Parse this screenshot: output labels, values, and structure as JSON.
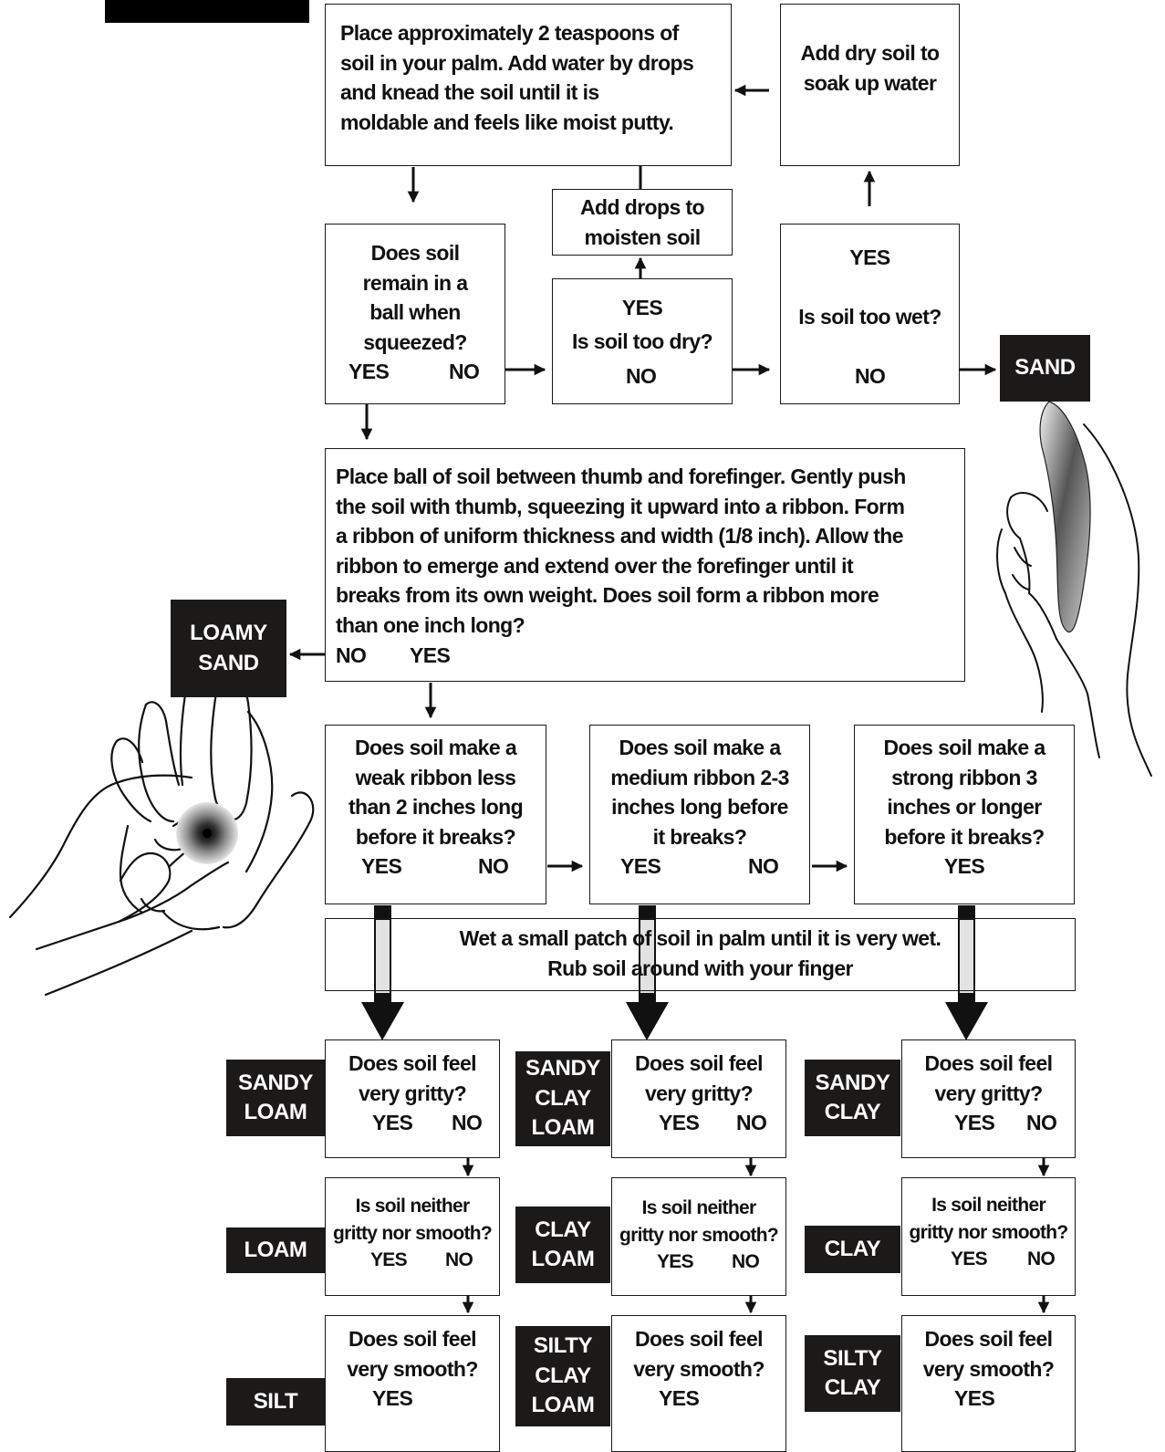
{
  "step1": {
    "lines": [
      "Place approximately 2 teaspoons of",
      "soil in your palm. Add water by drops",
      "and knead the soil until it is",
      "moldable and feels like moist putty."
    ]
  },
  "add_dry": {
    "lines": [
      "Add dry soil to",
      "soak up water"
    ]
  },
  "add_drops": {
    "lines": [
      "Add drops to",
      "moisten soil"
    ]
  },
  "ball_q": {
    "lines": [
      "Does soil",
      "remain in a",
      "ball when",
      "squeezed?"
    ],
    "yes": "YES",
    "no": "NO"
  },
  "dry_q": {
    "yes": "YES",
    "question": "Is soil too dry?",
    "no": "NO"
  },
  "wet_q": {
    "yes": "YES",
    "question": "Is soil too wet?",
    "no": "NO"
  },
  "ribbon_step": {
    "lines": [
      "Place ball of soil between thumb and forefinger. Gently push",
      "the soil with thumb, squeezing it upward into a ribbon. Form",
      "a ribbon of uniform thickness and width (1/8 inch). Allow the",
      "ribbon to emerge and extend over the forefinger until it",
      "breaks from its own weight. Does soil form a ribbon more",
      "than one inch long?"
    ],
    "no": "NO",
    "yes": "YES"
  },
  "weak_q": {
    "lines": [
      "Does soil make a",
      "weak ribbon less",
      "than 2 inches long",
      "before it breaks?"
    ],
    "yes": "YES",
    "no": "NO"
  },
  "medium_q": {
    "lines": [
      "Does soil make a",
      "medium ribbon 2-3",
      "inches long before",
      "it breaks?"
    ],
    "yes": "YES",
    "no": "NO"
  },
  "strong_q": {
    "lines": [
      "Does soil make a",
      "strong ribbon 3",
      "inches or longer",
      "before it breaks?"
    ],
    "yes": "YES"
  },
  "wet_patch": {
    "lines": [
      "Wet a small patch of soil in palm until it is very wet.",
      "Rub soil around with your finger"
    ]
  },
  "gritty": {
    "lines": [
      "Does soil feel",
      "very gritty?"
    ],
    "yes": "YES",
    "no": "NO"
  },
  "neither": {
    "lines": [
      "Is soil neither",
      "gritty nor smooth?"
    ],
    "yes": "YES",
    "no": "NO"
  },
  "smooth": {
    "lines": [
      "Does soil feel",
      "very smooth?"
    ],
    "yes": "YES"
  },
  "results": {
    "sand": [
      "SAND"
    ],
    "loamy_sand": [
      "LOAMY",
      "SAND"
    ],
    "sandy_loam": [
      "SANDY",
      "LOAM"
    ],
    "loam": [
      "LOAM"
    ],
    "silt": [
      "SILT"
    ],
    "sandy_clay_loam": [
      "SANDY",
      "CLAY",
      "LOAM"
    ],
    "clay_loam": [
      "CLAY",
      "LOAM"
    ],
    "silty_clay_loam": [
      "SILTY",
      "CLAY",
      "LOAM"
    ],
    "sandy_clay": [
      "SANDY",
      "CLAY"
    ],
    "clay": [
      "CLAY"
    ],
    "silty_clay": [
      "SILTY",
      "CLAY"
    ]
  }
}
